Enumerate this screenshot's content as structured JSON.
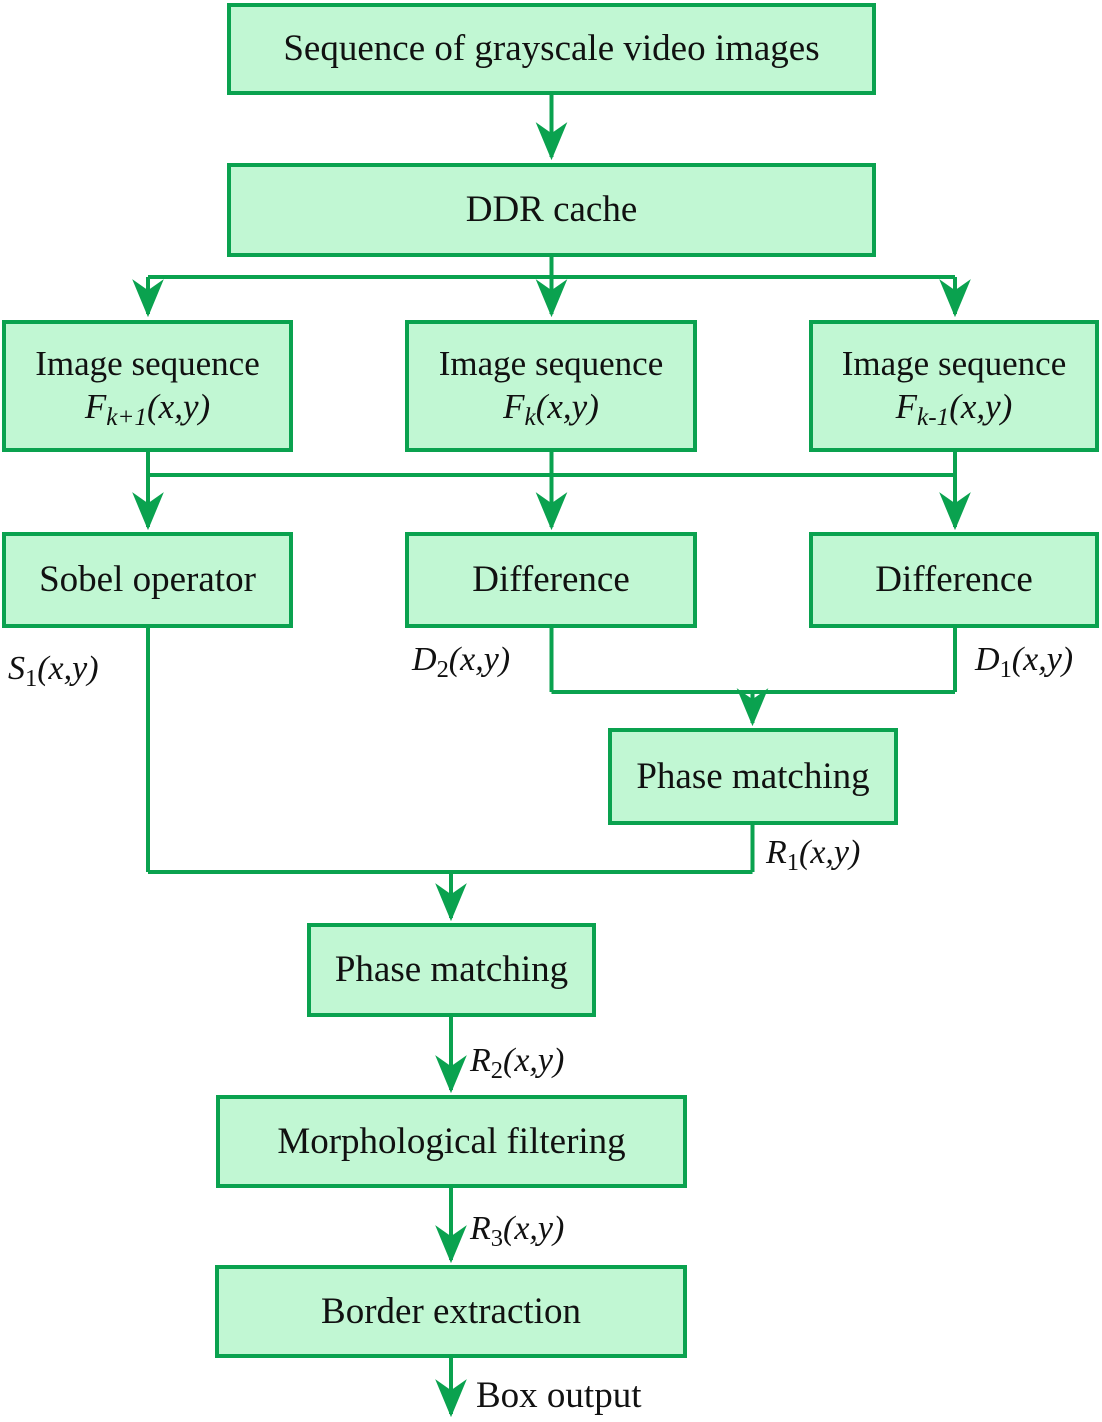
{
  "colors": {
    "line": "#0aa24f",
    "fill": "#c1f7d3",
    "text": "#111111"
  },
  "nodes": {
    "sequence": {
      "label": "Sequence of grayscale video images"
    },
    "ddr": {
      "label": "DDR cache"
    },
    "img_next": {
      "label": "Image sequence",
      "f_pre": "F",
      "f_sub": "k+1",
      "f_post": "(x,y)"
    },
    "img_cur": {
      "label": "Image sequence",
      "f_pre": "F",
      "f_sub": "k",
      "f_post": "(x,y)"
    },
    "img_prev": {
      "label": "Image sequence",
      "f_pre": "F",
      "f_sub": "k-1",
      "f_post": "(x,y)"
    },
    "sobel": {
      "label": "Sobel operator"
    },
    "diff_center": {
      "label": "Difference"
    },
    "diff_right": {
      "label": "Difference"
    },
    "phase1": {
      "label": "Phase matching"
    },
    "phase2": {
      "label": "Phase matching"
    },
    "morph": {
      "label": "Morphological filtering"
    },
    "border_ext": {
      "label": "Border extraction"
    }
  },
  "signals": {
    "s1": {
      "pre": "S",
      "sub": "1",
      "post": "(x,y)"
    },
    "d2": {
      "pre": "D",
      "sub": "2",
      "post": "(x,y)"
    },
    "d1": {
      "pre": "D",
      "sub": "1",
      "post": "(x,y)"
    },
    "r1": {
      "pre": "R",
      "sub": "1",
      "post": "(x,y)"
    },
    "r2": {
      "pre": "R",
      "sub": "2",
      "post": "(x,y)"
    },
    "r3": {
      "pre": "R",
      "sub": "3",
      "post": "(x,y)"
    },
    "output": {
      "label": "Box output"
    }
  }
}
